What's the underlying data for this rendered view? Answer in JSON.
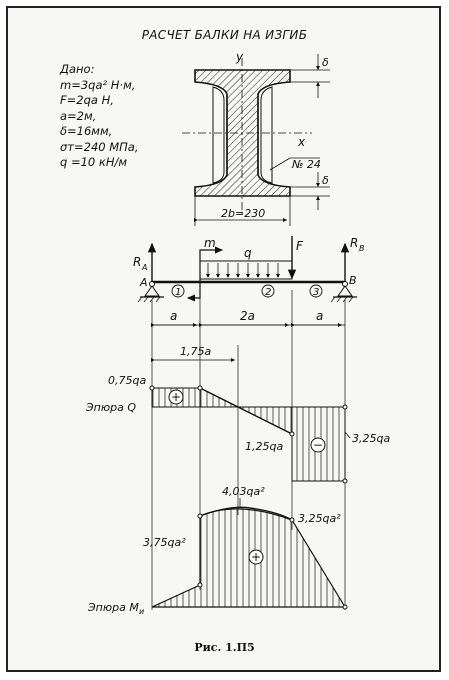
{
  "title": "РАСЧЕТ БАЛКИ НА ИЗГИБ",
  "given": {
    "heading": "Дано:",
    "lines": [
      "m=3qa² Н·м,",
      "F=2qa Н,",
      "a=2м,",
      "δ=16мм,",
      "σт=240 МПа,",
      "q =10 кН/м"
    ]
  },
  "section": {
    "axis_y": "y",
    "axis_x": "x",
    "profile_no": "№ 24",
    "width_label": "2b=230",
    "thickness_top": "δ",
    "thickness_bottom": "δ"
  },
  "beam": {
    "label_m": "m",
    "label_q": "q",
    "label_F": "F",
    "label_RA": "R",
    "label_RA_sub": "A",
    "label_RB": "R",
    "label_RB_sub": "B",
    "label_A": "A",
    "label_B": "B",
    "zone1": "1",
    "zone2": "2",
    "zone3": "3",
    "dim_a1": "a",
    "dim_2a": "2a",
    "dim_a2": "a",
    "dim_175": "1,75a"
  },
  "shear": {
    "label": "Эпюра Q",
    "val_075": "0,75qa",
    "val_125": "1,25qa",
    "val_325": "3,25qa",
    "plus": "+",
    "minus": "−"
  },
  "moment": {
    "label": "Эпюра M",
    "label_sub": "и",
    "val_375": "3,75qa²",
    "val_403": "4,03qa²",
    "val_325": "3,25qa²",
    "plus": "+"
  },
  "caption": "Рис. 1.П5"
}
